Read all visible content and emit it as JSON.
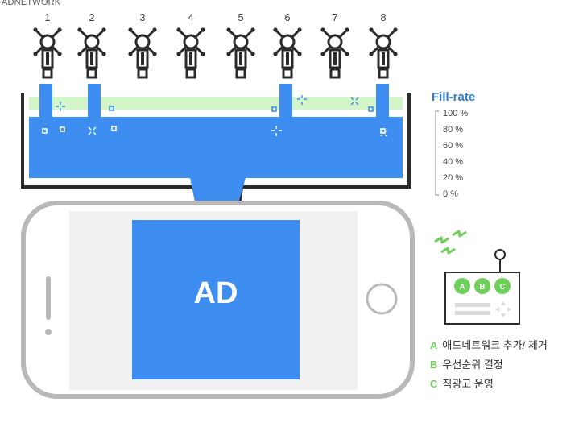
{
  "header": {
    "title": "ADNETWORK"
  },
  "networks": [
    "1",
    "2",
    "3",
    "4",
    "5",
    "6",
    "7",
    "8"
  ],
  "active_networks": [
    "1",
    "2",
    "6",
    "8"
  ],
  "fill_rate": {
    "title": "Fill-rate",
    "ticks": [
      "100 %",
      "80 %",
      "60 %",
      "40 %",
      "20 %",
      "0 %"
    ]
  },
  "ad_label": "AD",
  "remote": {
    "buttons": [
      "A",
      "B",
      "C"
    ]
  },
  "legend": [
    {
      "letter": "A",
      "text": "애드네트워크 추가/ 제거"
    },
    {
      "letter": "B",
      "text": "우선순위 결정"
    },
    {
      "letter": "C",
      "text": "직광고 운영"
    }
  ],
  "colors": {
    "blue": "#3d8ef0",
    "green": "#6ed05a",
    "light_green": "#d4f5c8",
    "dark": "#2b2b2b",
    "phone": "#b9b9b9"
  }
}
